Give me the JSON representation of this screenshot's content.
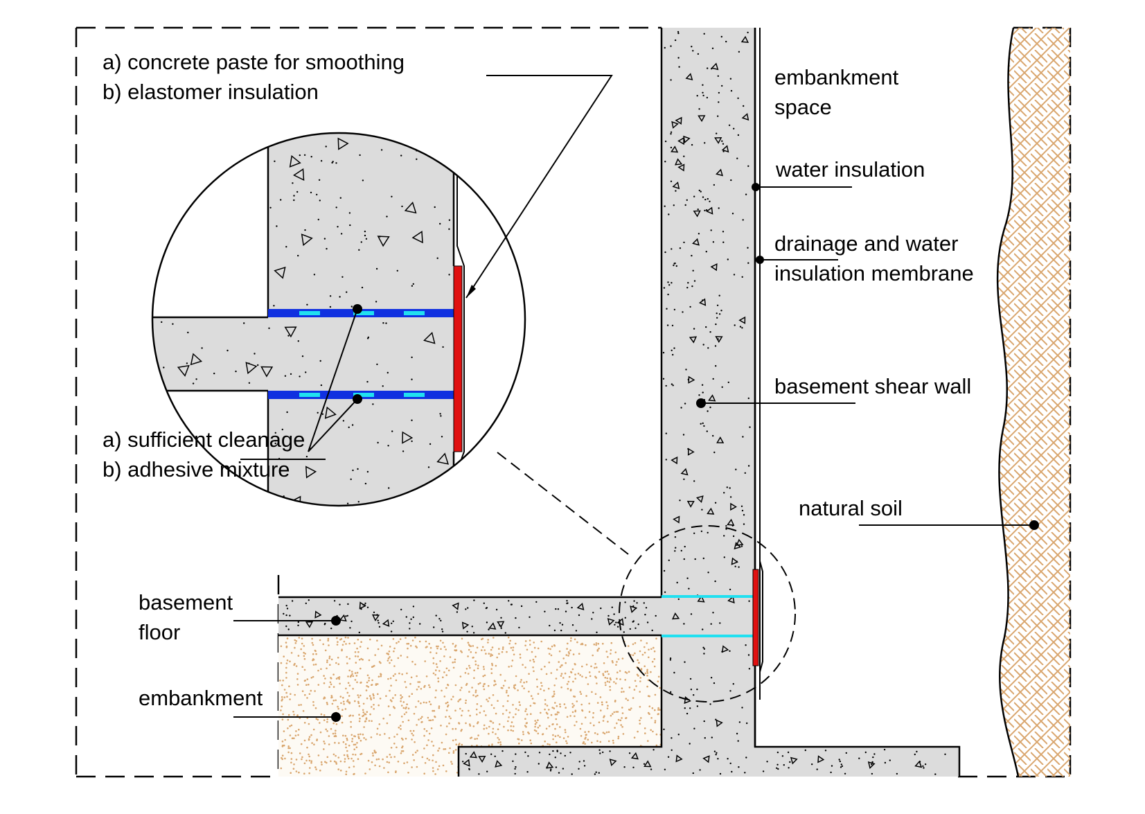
{
  "labels": {
    "zoom_a": "a) concrete paste for smoothing",
    "zoom_b": "b) elastomer insulation",
    "joint_a": "a)  sufficient cleanage",
    "joint_b": "b)  adhesive mixture",
    "embankment_space_1": "embankment",
    "embankment_space_2": "space",
    "water_insulation": "water insulation",
    "drainage_1": "drainage and water",
    "drainage_2": "insulation membrane",
    "shear_wall": "basement shear wall",
    "natural_soil": "natural soil",
    "floor_1": "basement",
    "floor_2": "floor",
    "embankment": "embankment"
  },
  "colors": {
    "concrete": "#dcdcdc",
    "embankment_fill": "#fdfaf4",
    "embankment_dots": "#d9a66e",
    "soil_hatch": "#d9a66e",
    "elastomer": "#e01010",
    "insulation_blue": "#1030e0",
    "insulation_cyan": "#20e0f0"
  },
  "icons": {
    "aggregate": "triangle-aggregate-icon",
    "leader_end": "filled-dot-icon"
  }
}
